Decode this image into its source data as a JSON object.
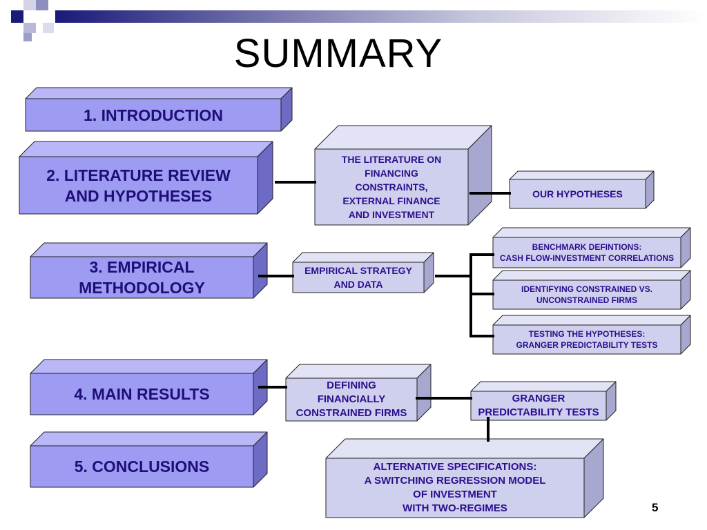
{
  "slide": {
    "title": "SUMMARY",
    "page_number": "5"
  },
  "colors": {
    "main_box_front": "#9d9bf2",
    "sub_box_front": "#cfcfee",
    "text_main": "#1e0f78",
    "text_sub": "#2a0f8c",
    "connector": "#000000",
    "band_dark": "#1a1a7a"
  },
  "sections": {
    "introduction": "1.   INTRODUCTION",
    "literature_review": "2. LITERATURE REVIEW\nAND HYPOTHESES",
    "empirical_methodology": "3. EMPIRICAL\nMETHODOLOGY",
    "main_results": "4. MAIN RESULTS",
    "conclusions": "5. CONCLUSIONS"
  },
  "subtopics": {
    "literature": "THE LITERATURE ON\nFINANCING\nCONSTRAINTS,\nEXTERNAL FINANCE\nAND INVESTMENT",
    "hypotheses": "OUR HYPOTHESES",
    "empirical_strategy": "EMPIRICAL STRATEGY\nAND DATA",
    "benchmark": "BENCHMARK DEFINTIONS:\nCASH FLOW-INVESTMENT CORRELATIONS",
    "identifying": "IDENTIFYING CONSTRAINED VS.\nUNCONSTRAINED FIRMS",
    "testing": "TESTING THE HYPOTHESES:\nGRANGER PREDICTABILITY TESTS",
    "defining": "DEFINING\nFINANCIALLY\nCONSTRAINED FIRMS",
    "granger": "GRANGER\nPREDICTABILITY TESTS",
    "alternative": "ALTERNATIVE SPECIFICATIONS:\nA SWITCHING REGRESSION MODEL\nOF INVESTMENT\nWITH TWO-REGIMES"
  }
}
